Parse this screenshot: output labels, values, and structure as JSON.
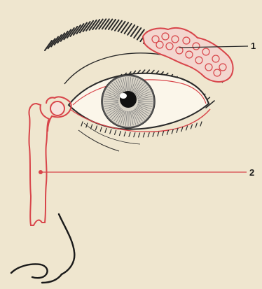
{
  "labels": {
    "label_1": "1",
    "label_2": "2"
  },
  "colors": {
    "background": "#efe6cf",
    "outline": "#2a2a2a",
    "highlight": "#d8454a"
  },
  "icons": {
    "label_1_target": "lacrimal-gland",
    "label_2_target": "nasolacrimal-duct"
  }
}
